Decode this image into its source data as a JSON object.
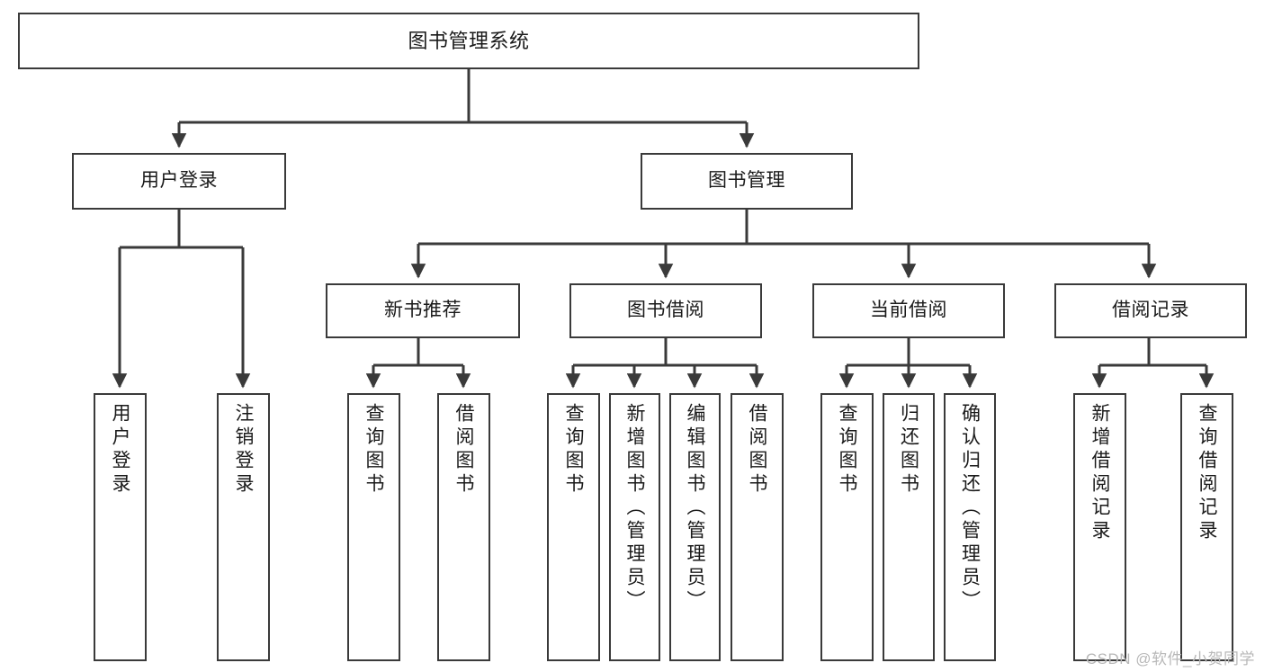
{
  "diagram": {
    "title": "图书管理系统",
    "watermark": "CSDN @软件_小贺同学",
    "line_color": "#3a3a3a",
    "box_border_color": "#3a3a3a",
    "background_color": "#ffffff",
    "text_color": "#1a1a1a"
  },
  "nodes": {
    "root": {
      "label": "图书管理系统"
    },
    "level2": [
      {
        "label": "用户登录"
      },
      {
        "label": "图书管理"
      }
    ],
    "level3": [
      {
        "label": "新书推荐"
      },
      {
        "label": "图书借阅"
      },
      {
        "label": "当前借阅"
      },
      {
        "label": "借阅记录"
      }
    ],
    "leaves": {
      "user_login": [
        {
          "label": "用户登录"
        },
        {
          "label": "注销登录"
        }
      ],
      "new_book_recommend": [
        {
          "label": "查询图书"
        },
        {
          "label": "借阅图书"
        }
      ],
      "book_borrow": [
        {
          "label": "查询图书"
        },
        {
          "label": "新增图书（管理员）"
        },
        {
          "label": "编辑图书（管理员）"
        },
        {
          "label": "借阅图书"
        }
      ],
      "current_borrow": [
        {
          "label": "查询图书"
        },
        {
          "label": "归还图书"
        },
        {
          "label": "确认归还（管理员）"
        }
      ],
      "borrow_record": [
        {
          "label": "新增借阅记录"
        },
        {
          "label": "查询借阅记录"
        }
      ]
    }
  },
  "chart_data": {
    "type": "tree",
    "title": "图书管理系统",
    "orientation": "top-down",
    "root": {
      "name": "图书管理系统",
      "children": [
        {
          "name": "用户登录",
          "children": [
            {
              "name": "用户登录"
            },
            {
              "name": "注销登录"
            }
          ]
        },
        {
          "name": "图书管理",
          "children": [
            {
              "name": "新书推荐",
              "children": [
                {
                  "name": "查询图书"
                },
                {
                  "name": "借阅图书"
                }
              ]
            },
            {
              "name": "图书借阅",
              "children": [
                {
                  "name": "查询图书"
                },
                {
                  "name": "新增图书（管理员）"
                },
                {
                  "name": "编辑图书（管理员）"
                },
                {
                  "name": "借阅图书"
                }
              ]
            },
            {
              "name": "当前借阅",
              "children": [
                {
                  "name": "查询图书"
                },
                {
                  "name": "归还图书"
                },
                {
                  "name": "确认归还（管理员）"
                }
              ]
            },
            {
              "name": "借阅记录",
              "children": [
                {
                  "name": "新增借阅记录"
                },
                {
                  "name": "查询借阅记录"
                }
              ]
            }
          ]
        }
      ]
    }
  }
}
